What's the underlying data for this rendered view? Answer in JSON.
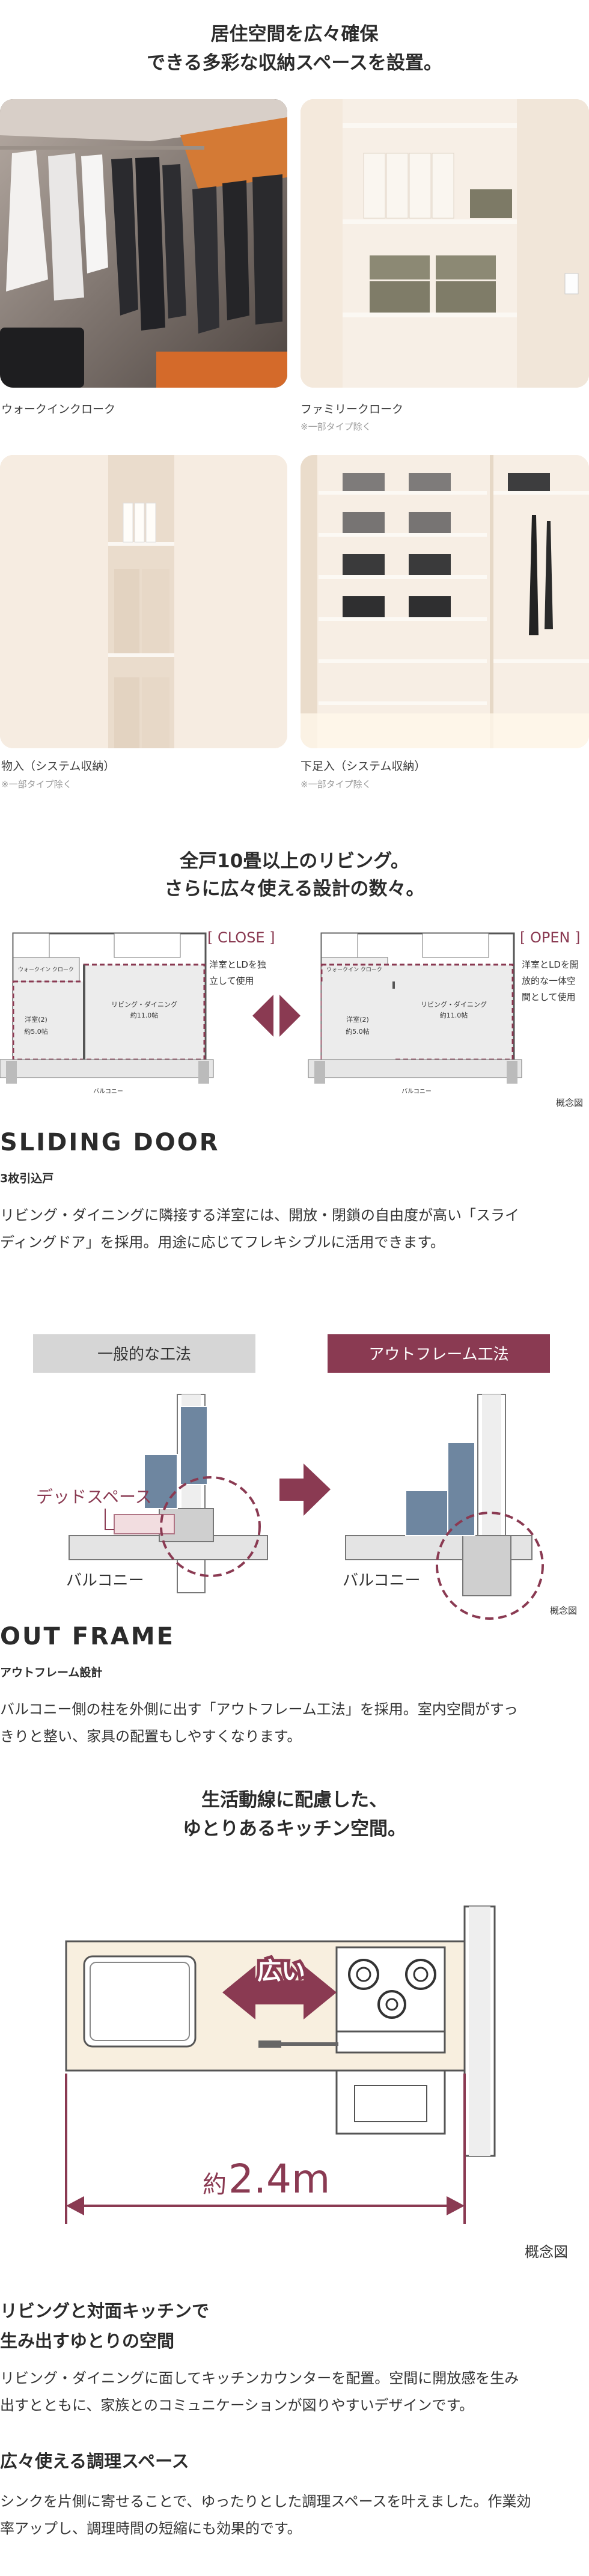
{
  "storage": {
    "heading_line1": "居住空間を広々確保",
    "heading_line2": "できる多彩な収納スペースを設置。",
    "photos": [
      {
        "caption": "ウォークインクローク",
        "note": ""
      },
      {
        "caption": "ファミリークローク",
        "note": "※一部タイプ除く"
      },
      {
        "caption": "物入（システム収納）",
        "note": "※一部タイプ除く"
      },
      {
        "caption": "下足入（システム収納）",
        "note": "※一部タイプ除く"
      }
    ]
  },
  "living": {
    "heading_line1": "全戸10畳以上のリビング。",
    "heading_line2": "さらに広々使える設計の数々。",
    "plan_close": {
      "tag": "[ CLOSE ]",
      "desc_line1": "洋室とLDを独",
      "desc_line2": "立して使用",
      "room_left": "洋室(2)",
      "room_left_size": "約5.0帖",
      "room_right": "リビング・ダイニング",
      "room_right_size": "約11.0帖",
      "closet": "ウォークイン クローク",
      "balcony": "バルコニー"
    },
    "plan_open": {
      "tag": "[ OPEN ]",
      "desc_line1": "洋室とLDを開",
      "desc_line2": "放的な一体空",
      "desc_line3": "間として使用",
      "room_left": "洋室(2)",
      "room_left_size": "約5.0帖",
      "room_right": "リビング・ダイニング",
      "room_right_size": "約11.0帖",
      "closet": "ウォークイン クローク",
      "balcony": "バルコニー"
    },
    "concept_note": "概念図"
  },
  "sliding": {
    "title": "SLIDING DOOR",
    "subtitle": "3枚引込戸",
    "body_line1": "リビング・ダイニングに隣接する洋室には、開放・閉鎖の自由度が高い「スライ",
    "body_line2": "ディングドア」を採用。用途に応じてフレキシブルに活用できます。"
  },
  "outframe_diagram": {
    "label_left": "一般的な工法",
    "label_right": "アウトフレーム工法",
    "dead_space": "デッドスペース",
    "balcony_left": "バルコニー",
    "balcony_right": "バルコニー",
    "concept_note": "概念図",
    "colors": {
      "accent": "#8a3a52",
      "gray_label": "#d6d6d6",
      "furniture": "#6e86a0",
      "dead": "#f2dde0"
    }
  },
  "outframe": {
    "title": "OUT FRAME",
    "subtitle": "アウトフレーム設計",
    "body_line1": "バルコニー側の柱を外側に出す「アウトフレーム工法」を採用。室内空間がすっ",
    "body_line2": "きりと整い、家具の配置もしやすくなります。"
  },
  "kitchen": {
    "heading_line1": "生活動線に配慮した、",
    "heading_line2": "ゆとりあるキッチン空間。",
    "wide_label": "広い",
    "dim_prefix": "約",
    "dim_value": "2.4m",
    "concept_note": "概念図"
  },
  "kitchen_text": {
    "heading1_line1": "リビングと対面キッチンで",
    "heading1_line2": "生み出すゆとりの空間",
    "body1_line1": "リビング・ダイニングに面してキッチンカウンターを配置。空間に開放感を生み",
    "body1_line2": "出すとともに、家族とのコミュニケーションが図りやすいデザインです。",
    "heading2": "広々使える調理スペース",
    "body2_line1": "シンクを片側に寄せることで、ゆったりとした調理スペースを叶えました。作業効",
    "body2_line2": "率アップし、調理時間の短縮にも効果的です。"
  }
}
